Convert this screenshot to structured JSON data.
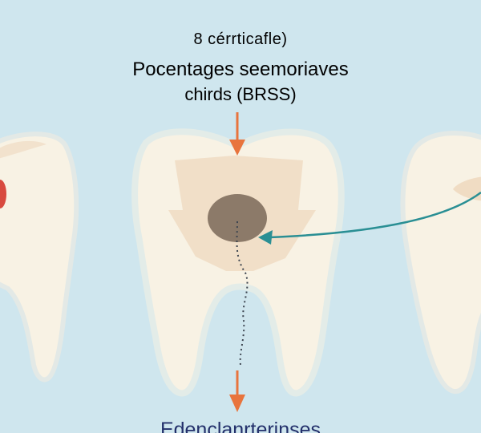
{
  "header": {
    "line1": "8 cérrticafle)",
    "line2": "Pocentages seemoriaves",
    "line3": "chirds (BRSS)"
  },
  "footer": {
    "caption": "Edenclanrterinses"
  },
  "colors": {
    "background": "#cfe6ee",
    "tooth": "#f8f2e4",
    "tooth_shadow": "#dfe9e7",
    "dentin": "#f0dcc3",
    "pulp": "#8c7a69",
    "arrow_orange": "#e8743d",
    "pointer_teal": "#2a8f94",
    "caries_red": "#d84a3f",
    "text": "#23306b"
  }
}
